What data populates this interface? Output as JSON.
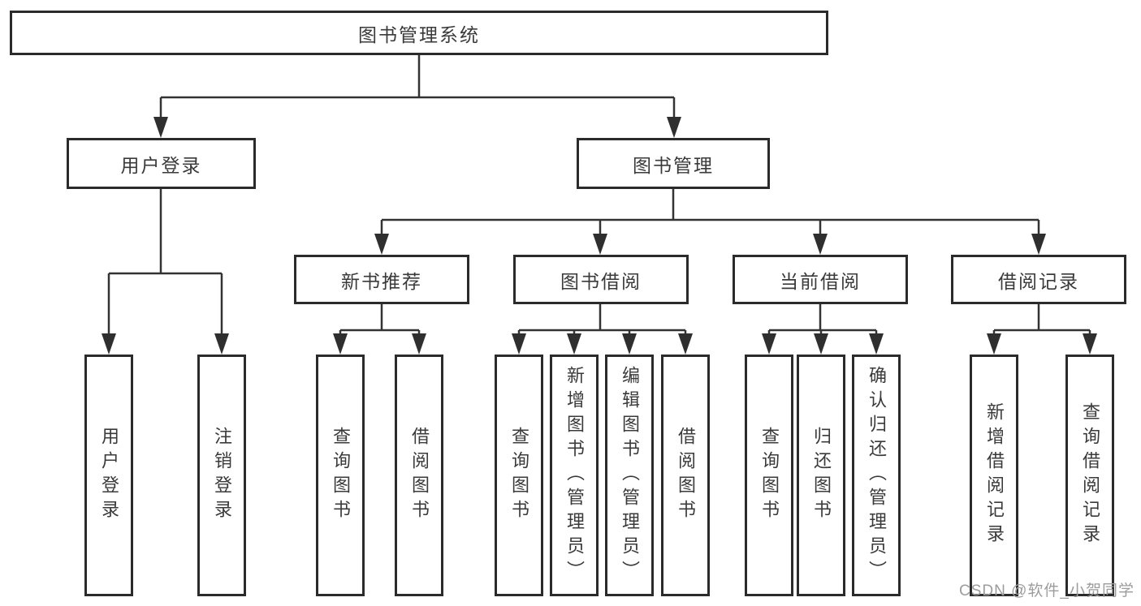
{
  "diagram": {
    "root": {
      "label": "图书管理系统"
    },
    "level2": [
      {
        "label": "用户登录"
      },
      {
        "label": "图书管理"
      }
    ],
    "level3": [
      {
        "label": "新书推荐"
      },
      {
        "label": "图书借阅"
      },
      {
        "label": "当前借阅"
      },
      {
        "label": "借阅记录"
      }
    ],
    "leaves": [
      {
        "label": "用户登录"
      },
      {
        "label": "注销登录"
      },
      {
        "label": "查询图书"
      },
      {
        "label": "借阅图书"
      },
      {
        "label": "查询图书"
      },
      {
        "label": "新增图书（管理员）"
      },
      {
        "label": "编辑图书（管理员）"
      },
      {
        "label": "借阅图书"
      },
      {
        "label": "查询图书"
      },
      {
        "label": "归还图书"
      },
      {
        "label": "确认归还（管理员）"
      },
      {
        "label": "新增借阅记录"
      },
      {
        "label": "查询借阅记录"
      }
    ]
  },
  "watermark": {
    "text": "CSDN @软件_小贺同学"
  },
  "colors": {
    "line": "#333333",
    "arrow": "#2f2f2f",
    "box_border": "#2b2b2b",
    "text": "#3a3a3a",
    "background": "#ffffff",
    "watermark": "#9c9c9c"
  }
}
